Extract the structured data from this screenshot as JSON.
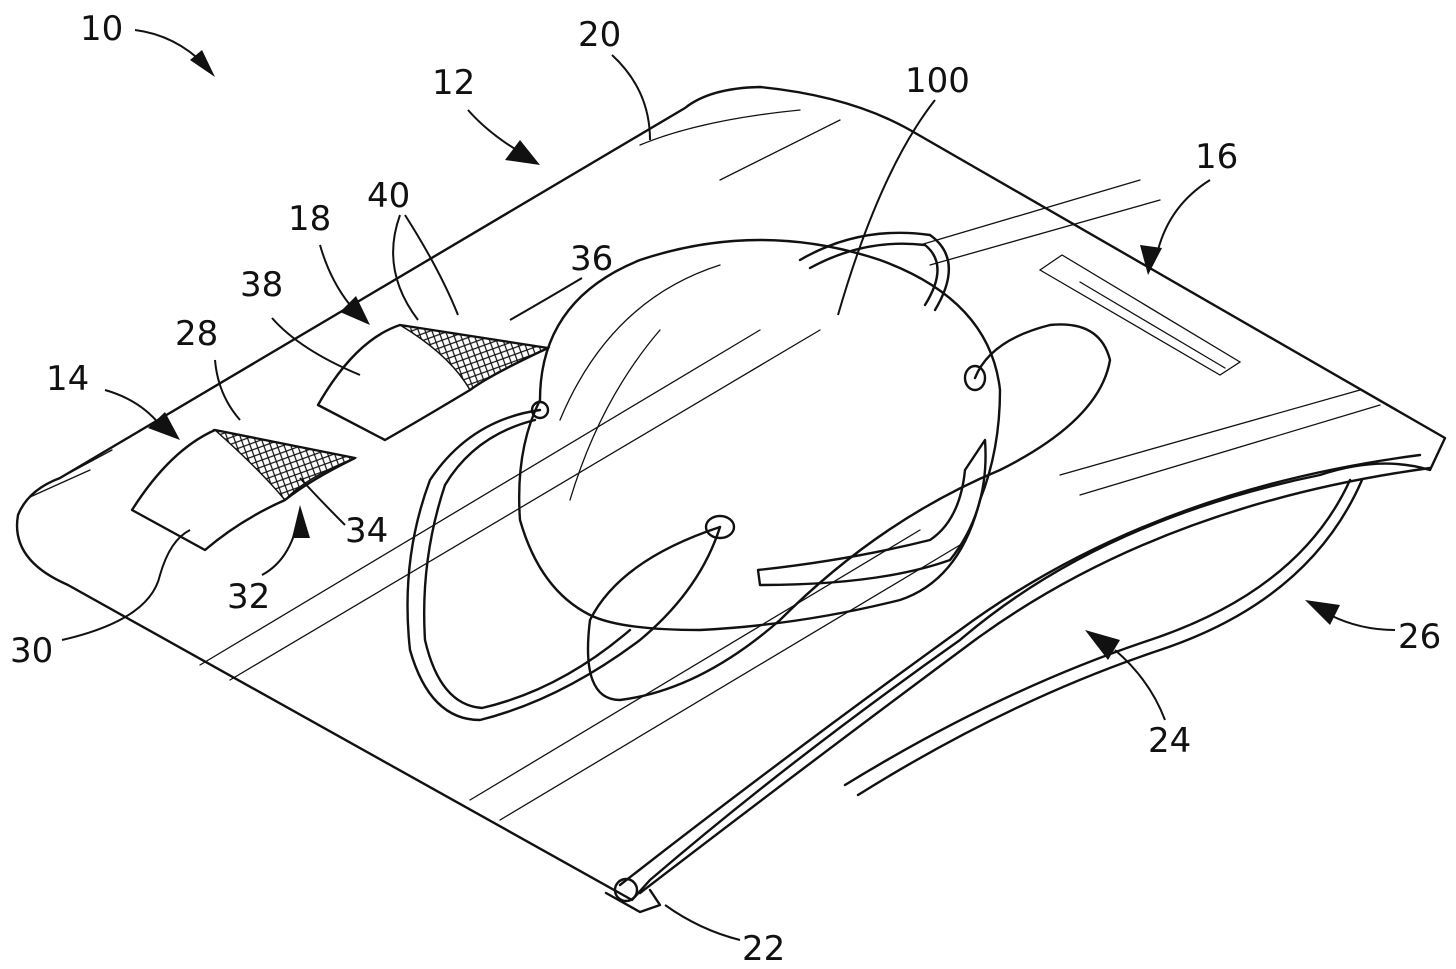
{
  "labels": {
    "l10": "10",
    "l12": "12",
    "l14": "14",
    "l16": "16",
    "l18": "18",
    "l20": "20",
    "l22": "22",
    "l24": "24",
    "l26": "26",
    "l28": "28",
    "l30": "30",
    "l32": "32",
    "l34": "34",
    "l36": "36",
    "l38": "38",
    "l40": "40",
    "l100": "100"
  },
  "colors": {
    "line": "#111111",
    "background": "#ffffff"
  }
}
